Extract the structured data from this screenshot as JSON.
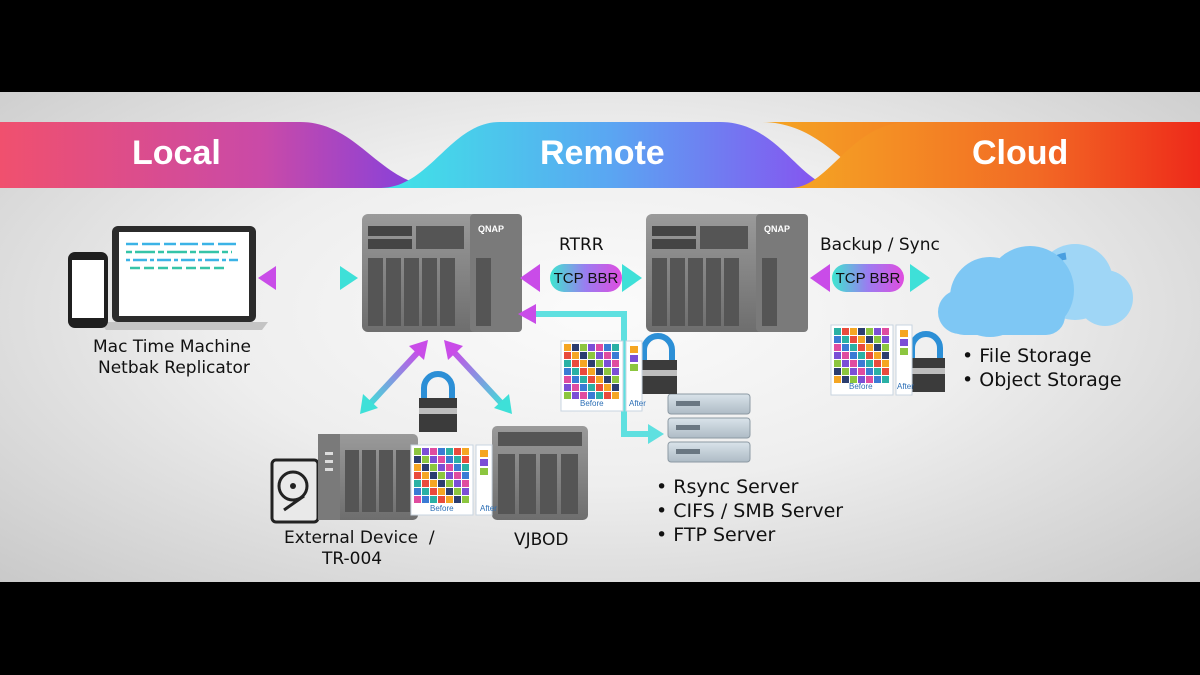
{
  "banner": {
    "local": "Local",
    "remote": "Remote",
    "cloud": "Cloud"
  },
  "colors": {
    "local_start": "#f0506e",
    "local_end": "#7b3fe4",
    "remote_start": "#3ee6e6",
    "remote_end": "#8a4cf0",
    "cloud_start": "#f5a623",
    "cloud_end": "#ee2a1a"
  },
  "brand": "QNAP",
  "links": {
    "rtrr": "RTRR",
    "backup_sync": "Backup / Sync",
    "tcp_bbr": "TCP BBR"
  },
  "local": {
    "line1": "Mac Time Machine",
    "line2": "Netbak Replicator"
  },
  "external": {
    "line1": "External Device  /",
    "line2": "TR-004"
  },
  "vjbod": "VJBOD",
  "dedup": {
    "before": "Before",
    "after": "After"
  },
  "servers": [
    "Rsync Server",
    "CIFS / SMB Server",
    "FTP Server"
  ],
  "cloud_targets": [
    "File Storage",
    "Object Storage"
  ],
  "icons": [
    "laptop-icon",
    "phone-icon",
    "nas-icon",
    "server-rack-icon",
    "cloud-icon",
    "lock-icon",
    "hard-drive-icon"
  ]
}
